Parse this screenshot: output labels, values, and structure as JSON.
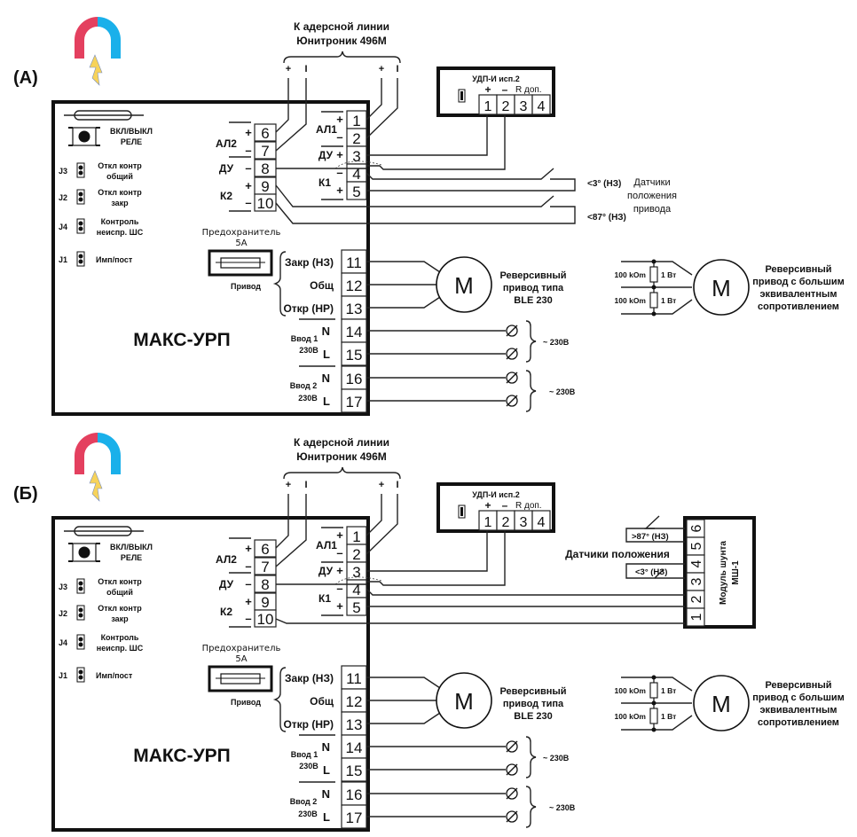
{
  "panels": [
    {
      "id": "A",
      "label": "(А)",
      "line_header": [
        "К адерсной линии",
        "Юнитроник 496М"
      ],
      "line_polarities": [
        "+",
        "I",
        "+",
        "I"
      ],
      "device_name": "МАКС-УРП",
      "controls": [
        {
          "id": "button",
          "label": [
            "ВКЛ/ВЫКЛ",
            "РЕЛЕ"
          ]
        },
        {
          "id": "J3",
          "label": [
            "Откл контр",
            "общий"
          ]
        },
        {
          "id": "J2",
          "label": [
            "Откл контр",
            "закр"
          ]
        },
        {
          "id": "J4",
          "label": [
            "Контроль",
            "неиспр. ШС"
          ]
        },
        {
          "id": "J1",
          "label": [
            "Имп/пост"
          ]
        }
      ],
      "left_terminals": [
        {
          "num": "6",
          "sign": "+"
        },
        {
          "num": "7",
          "sign": "–"
        },
        {
          "num": "8",
          "sign": "–"
        },
        {
          "num": "9",
          "sign": "+"
        },
        {
          "num": "10",
          "sign": "–"
        }
      ],
      "left_groups": [
        "АЛ2",
        "ДУ",
        "К2"
      ],
      "right_terminals": [
        {
          "num": "1",
          "sign": "+"
        },
        {
          "num": "2",
          "sign": "–"
        },
        {
          "num": "3",
          "sign": "+"
        },
        {
          "num": "4",
          "sign": "–"
        },
        {
          "num": "5",
          "sign": "+"
        }
      ],
      "right_groups": [
        "АЛ1",
        "ДУ",
        "К1"
      ],
      "fuse": [
        "Предохранитель",
        "5А",
        "Привод"
      ],
      "drive_terminals": [
        {
          "num": "11",
          "label": "Закр (НЗ)"
        },
        {
          "num": "12",
          "label": "Общ"
        },
        {
          "num": "13",
          "label": "Откр (НР)"
        }
      ],
      "power_terminals": [
        {
          "num": "14",
          "label": "N"
        },
        {
          "num": "15",
          "label": "L"
        },
        {
          "num": "16",
          "label": "N"
        },
        {
          "num": "17",
          "label": "L"
        }
      ],
      "power_groups": [
        [
          "Ввод 1",
          "230В"
        ],
        [
          "Ввод 2",
          "230В"
        ]
      ],
      "voltage": "~ 230В",
      "udp": {
        "title": "УДП-И исп.2",
        "signs": [
          "+",
          "–",
          "R доп."
        ],
        "terminals": [
          "1",
          "2",
          "3",
          "4"
        ]
      },
      "sensors": {
        "s1": "<3° (НЗ)",
        "s2": "<87° (НЗ)",
        "caption": [
          "Датчики",
          "положения",
          "привода"
        ]
      },
      "motor1": {
        "letter": "M",
        "caption": [
          "Реверсивный",
          "привод типа",
          "BLE 230"
        ]
      },
      "motor2": {
        "letter": "M",
        "resistor": "100 kOm",
        "power": "1 Вт",
        "caption": [
          "Реверсивный",
          "привод с большим",
          "эквивалентным",
          "сопротивлением"
        ]
      }
    },
    {
      "id": "B",
      "label": "(Б)",
      "line_header": [
        "К адерсной линии",
        "Юнитроник 496М"
      ],
      "line_polarities": [
        "+",
        "I",
        "+",
        "I"
      ],
      "device_name": "МАКС-УРП",
      "controls": [
        {
          "id": "button",
          "label": [
            "ВКЛ/ВЫКЛ",
            "РЕЛЕ"
          ]
        },
        {
          "id": "J3",
          "label": [
            "Откл контр",
            "общий"
          ]
        },
        {
          "id": "J2",
          "label": [
            "Откл контр",
            "закр"
          ]
        },
        {
          "id": "J4",
          "label": [
            "Контроль",
            "неиспр. ШС"
          ]
        },
        {
          "id": "J1",
          "label": [
            "Имп/пост"
          ]
        }
      ],
      "left_terminals": [
        {
          "num": "6",
          "sign": "+"
        },
        {
          "num": "7",
          "sign": "–"
        },
        {
          "num": "8",
          "sign": "–"
        },
        {
          "num": "9",
          "sign": "+"
        },
        {
          "num": "10",
          "sign": "–"
        }
      ],
      "left_groups": [
        "АЛ2",
        "ДУ",
        "К2"
      ],
      "right_terminals": [
        {
          "num": "1",
          "sign": "+"
        },
        {
          "num": "2",
          "sign": "–"
        },
        {
          "num": "3",
          "sign": "+"
        },
        {
          "num": "4",
          "sign": "–"
        },
        {
          "num": "5",
          "sign": "+"
        }
      ],
      "right_groups": [
        "АЛ1",
        "ДУ",
        "К1"
      ],
      "fuse": [
        "Предохранитель",
        "5А",
        "Привод"
      ],
      "drive_terminals": [
        {
          "num": "11",
          "label": "Закр (НЗ)"
        },
        {
          "num": "12",
          "label": "Общ"
        },
        {
          "num": "13",
          "label": "Откр (НР)"
        }
      ],
      "power_terminals": [
        {
          "num": "14",
          "label": "N"
        },
        {
          "num": "15",
          "label": "L"
        },
        {
          "num": "16",
          "label": "N"
        },
        {
          "num": "17",
          "label": "L"
        }
      ],
      "power_groups": [
        [
          "Ввод 1",
          "230В"
        ],
        [
          "Ввод 2",
          "230В"
        ]
      ],
      "voltage": "~ 230В",
      "udp": {
        "title": "УДП-И исп.2",
        "signs": [
          "+",
          "–",
          "R доп."
        ],
        "terminals": [
          "1",
          "2",
          "3",
          "4"
        ]
      },
      "shunt": {
        "title": [
          "Модуль шунта",
          "МШ-1"
        ],
        "terminals": [
          "6",
          "5",
          "4",
          "3",
          "2",
          "1"
        ],
        "s1": ">87° (НЗ)",
        "s2": "<3° (НЗ)",
        "caption": "Датчики положения"
      },
      "motor1": {
        "letter": "M",
        "caption": [
          "Реверсивный",
          "привод типа",
          "BLE 230"
        ]
      },
      "motor2": {
        "letter": "M",
        "resistor": "100 kOm",
        "power": "1 Вт",
        "caption": [
          "Реверсивный",
          "привод с большим",
          "эквивалентным",
          "сопротивлением"
        ]
      }
    }
  ]
}
